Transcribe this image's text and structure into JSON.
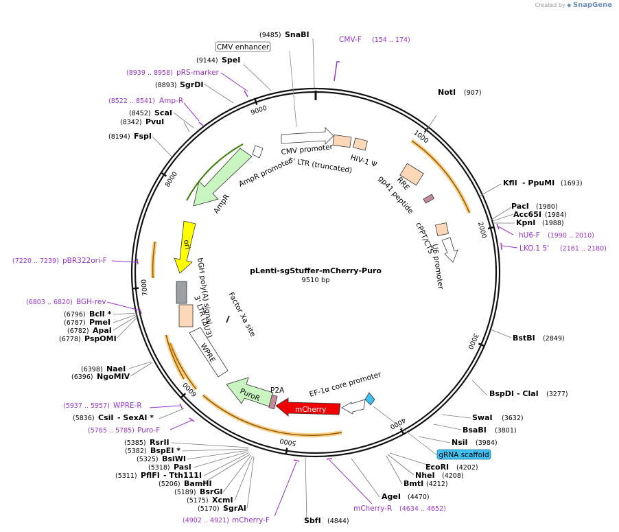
{
  "branding": {
    "created_by": "Created by",
    "app": "SnapGene"
  },
  "map": {
    "name": "pLenti-sgStuffer-mCherry-Puro",
    "length": "9510 bp",
    "total_bp": 9510,
    "ticks": [
      {
        "bp": 1000,
        "label": "1000"
      },
      {
        "bp": 2000,
        "label": "2000"
      },
      {
        "bp": 3000,
        "label": "3000"
      },
      {
        "bp": 4000,
        "label": "4000"
      },
      {
        "bp": 5000,
        "label": "5000"
      },
      {
        "bp": 6000,
        "label": "6000"
      },
      {
        "bp": 7000,
        "label": "7000"
      },
      {
        "bp": 8000,
        "label": "8000"
      },
      {
        "bp": 9000,
        "label": "9000"
      }
    ]
  },
  "enzymes": [
    {
      "name": "SnaBI",
      "pos": "(9485)"
    },
    {
      "name": "SpeI",
      "pos": "(9144)"
    },
    {
      "name": "SgrDI",
      "pos": "(8893)"
    },
    {
      "name": "ScaI",
      "pos": "(8452)"
    },
    {
      "name": "PvuI",
      "pos": "(8342)"
    },
    {
      "name": "FspI",
      "pos": "(8194)"
    },
    {
      "name": "NotI",
      "pos": "(907)"
    },
    {
      "name": "KflI",
      "pos": "(1693)",
      "alt": "- PpuMI"
    },
    {
      "name": "PacI",
      "pos": "(1980)"
    },
    {
      "name": "Acc65I",
      "pos": "(1984)"
    },
    {
      "name": "KpnI",
      "pos": "(1988)"
    },
    {
      "name": "BstBI",
      "pos": "(2849)"
    },
    {
      "name": "BspDI",
      "pos": "(3277)",
      "alt": "- ClaI"
    },
    {
      "name": "SwaI",
      "pos": "(3632)"
    },
    {
      "name": "BsaBI",
      "pos": "(3801)"
    },
    {
      "name": "NsiI",
      "pos": "(3984)"
    },
    {
      "name": "EcoRI",
      "pos": "(4202)"
    },
    {
      "name": "NheI",
      "pos": "(4208)"
    },
    {
      "name": "BmtI",
      "pos": "(4212)"
    },
    {
      "name": "AgeI",
      "pos": "(4470)"
    },
    {
      "name": "SbfI",
      "pos": "(4844)"
    },
    {
      "name": "BclI *",
      "pos": "(6796)"
    },
    {
      "name": "PmeI",
      "pos": "(6787)"
    },
    {
      "name": "ApaI",
      "pos": "(6782)"
    },
    {
      "name": "PspOMI",
      "pos": "(6778)"
    },
    {
      "name": "NaeI",
      "pos": "(6398)"
    },
    {
      "name": "NgoMIV",
      "pos": "(6396)"
    },
    {
      "name": "CsiI",
      "pos": "(5836)",
      "alt": "- SexAI *"
    },
    {
      "name": "RsrII",
      "pos": "(5385)"
    },
    {
      "name": "BspEI *",
      "pos": "(5382)"
    },
    {
      "name": "BsiWI",
      "pos": "(5325)"
    },
    {
      "name": "PasI",
      "pos": "(5318)"
    },
    {
      "name": "PflFI",
      "pos": "(5311)",
      "alt": "- Tth111I"
    },
    {
      "name": "BamHI",
      "pos": "(5206)"
    },
    {
      "name": "BsrGI",
      "pos": "(5189)"
    },
    {
      "name": "XcmI",
      "pos": "(5175)"
    },
    {
      "name": "SgrAI",
      "pos": "(5170)"
    }
  ],
  "primers": [
    {
      "name": "CMV-F",
      "range": "(154 .. 174)"
    },
    {
      "name": "pRS-marker",
      "range": "(8939 .. 8958)"
    },
    {
      "name": "Amp-R",
      "range": "(8522 .. 8541)"
    },
    {
      "name": "hU6-F",
      "range": "(1990 .. 2010)"
    },
    {
      "name": "LKO.1 5'",
      "range": "(2161 .. 2180)"
    },
    {
      "name": "pBR322ori-F",
      "range": "(7220 .. 7239)"
    },
    {
      "name": "BGH-rev",
      "range": "(6803 .. 6820)"
    },
    {
      "name": "WPRE-R",
      "range": "(5937 .. 5957)"
    },
    {
      "name": "Puro-F",
      "range": "(5765 .. 5785)"
    },
    {
      "name": "mCherry-F",
      "range": "(4902 .. 4921)"
    },
    {
      "name": "mCherry-R",
      "range": "(4634 .. 4652)"
    }
  ],
  "features": [
    {
      "name": "CMV enhancer",
      "boxed": true
    },
    {
      "name": "gRNA scaffold",
      "boxed": true,
      "color": "#40c0f0"
    },
    {
      "name": "CMV promoter"
    },
    {
      "name": "5' LTR (truncated)"
    },
    {
      "name": "HIV-1 Ψ"
    },
    {
      "name": "RRE"
    },
    {
      "name": "gp41 peptide"
    },
    {
      "name": "cPPT/CTS"
    },
    {
      "name": "U6 promoter"
    },
    {
      "name": "AmpR promoter"
    },
    {
      "name": "AmpR"
    },
    {
      "name": "ori"
    },
    {
      "name": "bGH poly(A) signal"
    },
    {
      "name": "3' LTR (ΔU3)"
    },
    {
      "name": "Factor Xa site"
    },
    {
      "name": "WPRE"
    },
    {
      "name": "PuroR"
    },
    {
      "name": "P2A"
    },
    {
      "name": "mCherry"
    },
    {
      "name": "EF-1α core promoter"
    }
  ],
  "colors": {
    "primer": "#9933cc",
    "orf": "#f5a623",
    "ampr": "#c8f5c0",
    "ori": "#ffff00",
    "mcherry": "#ee0000",
    "ltr": "#fcd7b8",
    "polya": "#9aa0a6",
    "scaffold": "#40c0f0",
    "pink": "#c48a9a"
  }
}
